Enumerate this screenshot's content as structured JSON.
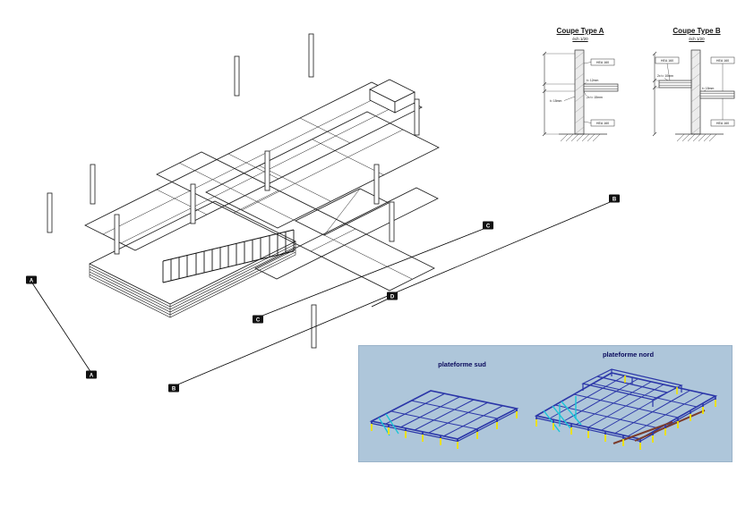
{
  "coupes": {
    "a": {
      "title": "Coupe Type A",
      "scale": "éch 1/20",
      "hea": {
        "top": "HEA 160",
        "bottom": "HEA 160"
      },
      "dims": [
        "t= 12mm",
        "2x t= 15mm",
        "t= 15mm"
      ]
    },
    "b": {
      "title": "Coupe Type B",
      "scale": "éch 1/20",
      "hea": {
        "left": "HEA 160",
        "right": "HEA 160",
        "bottom": "HEA 160"
      },
      "dims": [
        "2x t= 10mm",
        "t= 15mm"
      ]
    }
  },
  "section_markers": [
    {
      "label": "A"
    },
    {
      "label": "A"
    },
    {
      "label": "B"
    },
    {
      "label": "B"
    },
    {
      "label": "C"
    },
    {
      "label": "C"
    },
    {
      "label": "D"
    }
  ],
  "render_panel": {
    "bg": "#aec6da",
    "titles": {
      "south": "plateforme sud",
      "north": "plateforme nord"
    },
    "colors": {
      "frame": "#2b36a8",
      "support": "#f0e300",
      "accent": "#19c5d8",
      "chord": "#7b3c2c"
    }
  }
}
